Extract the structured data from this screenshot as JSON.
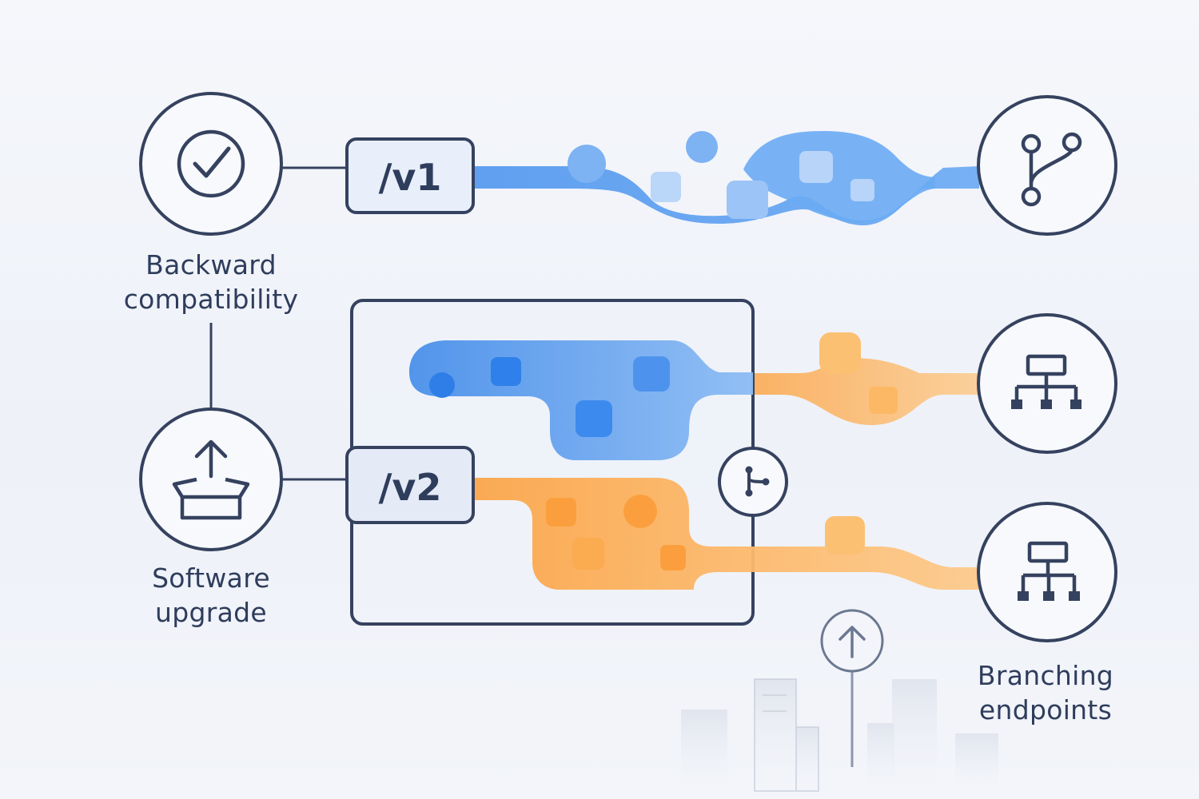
{
  "versions": {
    "v1": "/v1",
    "v2": "/v2"
  },
  "labels": {
    "backward_line1": "Backward",
    "backward_line2": "compatibility",
    "upgrade_line1": "Software",
    "upgrade_line2": "upgrade",
    "branching_line1": "Branching",
    "branching_line2": "endpoints"
  },
  "colors": {
    "outline": "#35425f",
    "blue": "#4f95ec",
    "blue_light": "#8fbaf3",
    "orange": "#fcb357",
    "orange_light": "#fdc98a",
    "panel_bg": "#eef2f9"
  },
  "icons": {
    "backward": "check-circle-icon",
    "upgrade": "box-upload-icon",
    "branch_top": "git-branch-icon",
    "merge_small": "git-merge-icon",
    "endpoint_a": "sitemap-icon",
    "endpoint_b": "sitemap-icon",
    "arrow_up": "arrow-up-icon"
  }
}
